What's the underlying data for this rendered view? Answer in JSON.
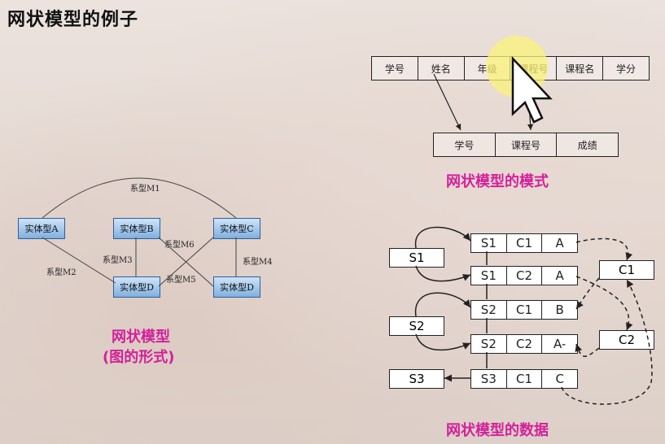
{
  "title": "网状模型的例子",
  "schema": {
    "table1": [
      "学号",
      "姓名",
      "年级",
      "课程号",
      "课程名",
      "学分"
    ],
    "table2": [
      "学号",
      "课程号",
      "成绩"
    ],
    "caption": "网状模型的模式"
  },
  "graph": {
    "entities": {
      "a": "实体型A",
      "b": "实体型B",
      "c": "实体型C",
      "d1": "实体型D",
      "d2": "实体型D"
    },
    "relations": {
      "m1": "系型M1",
      "m2": "系型M2",
      "m3": "系型M3",
      "m4": "系型M4",
      "m5": "系型M5",
      "m6": "系型M6"
    },
    "caption_line1": "网状模型",
    "caption_line2": "(图的形式)"
  },
  "data_section": {
    "rows": [
      [
        "S1",
        "C1",
        "A"
      ],
      [
        "S1",
        "C2",
        "A"
      ],
      [
        "S2",
        "C1",
        "B"
      ],
      [
        "S2",
        "C2",
        "A-"
      ],
      [
        "S3",
        "C1",
        "C"
      ]
    ],
    "students": [
      "S1",
      "S2",
      "S3"
    ],
    "courses": [
      "C1",
      "C2"
    ],
    "caption": "网状模型的数据"
  }
}
